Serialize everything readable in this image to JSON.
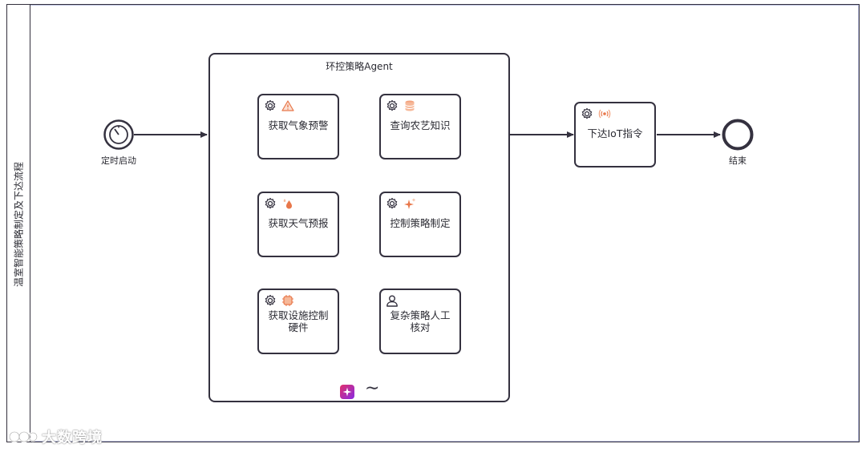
{
  "lane": {
    "label": "温室智能策略制定及下达流程"
  },
  "start_event": {
    "label": "定时启动"
  },
  "end_event": {
    "label": "结束"
  },
  "subprocess": {
    "title": "环控策略Agent",
    "tasks": [
      {
        "label": "获取气象预警",
        "icons": [
          "gear-icon",
          "warning-icon"
        ]
      },
      {
        "label": "查询农艺知识",
        "icons": [
          "gear-icon",
          "database-icon"
        ]
      },
      {
        "label": "获取天气预报",
        "icons": [
          "gear-icon",
          "water-drop-icon"
        ]
      },
      {
        "label": "控制策略制定",
        "icons": [
          "gear-icon",
          "sparkle-icon"
        ]
      },
      {
        "label": "获取设施控制\n硬件",
        "icons": [
          "gear-icon",
          "chip-icon"
        ]
      },
      {
        "label": "复杂策略人工\n核对",
        "icons": [
          "user-icon"
        ]
      }
    ],
    "markers": [
      "ai-star-icon",
      "ad-hoc-tilde-icon"
    ]
  },
  "external_task": {
    "label": "下达IoT指令",
    "icons": [
      "gear-icon",
      "broadcast-icon"
    ]
  },
  "watermark": {
    "text": "大数跨境"
  },
  "colors": {
    "stroke": "#34313f",
    "accent_orange": "#e8774a",
    "pool_border": "#bcc1e0"
  }
}
